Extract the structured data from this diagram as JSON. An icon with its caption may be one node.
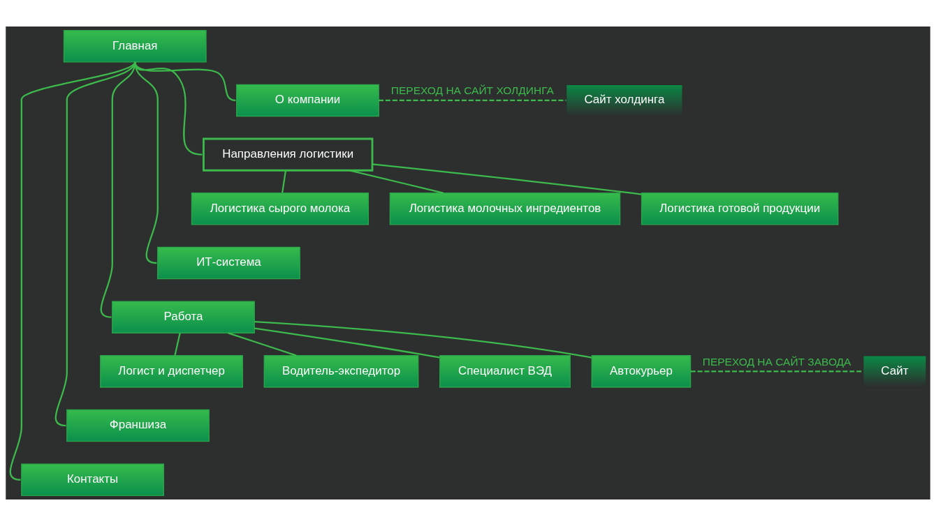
{
  "diagram": {
    "nodes": [
      {
        "text": [
          "Главная"
        ]
      },
      {
        "text": [
          "О компании"
        ]
      },
      {
        "text": [
          "Сайт холдинга"
        ]
      },
      {
        "text": [
          "Направления логистики"
        ]
      },
      {
        "text": [
          "Логистика сырого молока"
        ]
      },
      {
        "text": [
          "Логистика молочных ингредиентов"
        ]
      },
      {
        "text": [
          "Логистика готовой продукции"
        ]
      },
      {
        "text": [
          "ИТ-система"
        ]
      },
      {
        "text": [
          "Работа"
        ]
      },
      {
        "text": [
          "Логист и диспетчер"
        ]
      },
      {
        "text": [
          "Водитель-экспедитор"
        ]
      },
      {
        "text": [
          "Специалист ВЭД"
        ]
      },
      {
        "text": [
          "Автокурьер"
        ]
      },
      {
        "text": [
          "Сайт"
        ]
      },
      {
        "text": [
          "Франшиза"
        ]
      },
      {
        "text": [
          "Контакты"
        ]
      }
    ],
    "edges": [
      {
        "from": 0,
        "to": 15,
        "arrow": "none"
      },
      {
        "from": 0,
        "to": 14,
        "arrow": "none"
      },
      {
        "from": 0,
        "to": 8,
        "arrow": "none"
      },
      {
        "from": 0,
        "to": 7,
        "arrow": "none"
      },
      {
        "from": 0,
        "to": 3,
        "arrow": "none"
      },
      {
        "from": 0,
        "to": 1,
        "arrow": "none"
      },
      {
        "from": 1,
        "to": 2,
        "arrow": "none",
        "style": "dashed",
        "label": "ПЕРЕХОД НА САЙТ ХОЛДИНГА"
      },
      {
        "from": 3,
        "to": 4,
        "arrow": "none"
      },
      {
        "from": 3,
        "to": 5,
        "arrow": "none"
      },
      {
        "from": 3,
        "to": 6,
        "arrow": "none"
      },
      {
        "from": 8,
        "to": 9,
        "arrow": "none"
      },
      {
        "from": 8,
        "to": 10,
        "arrow": "none"
      },
      {
        "from": 8,
        "to": 11,
        "arrow": "none"
      },
      {
        "from": 8,
        "to": 12,
        "arrow": "none"
      },
      {
        "from": 12,
        "to": 13,
        "arrow": "none",
        "style": "dashed",
        "label": "ПЕРЕХОД НА САЙТ ЗАВОДА"
      }
    ]
  }
}
